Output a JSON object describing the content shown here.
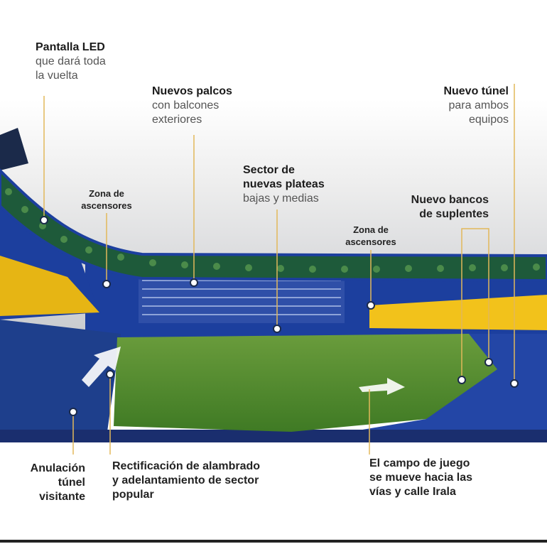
{
  "labels": {
    "pantalla": {
      "title": "Pantalla LED",
      "line1": "que dará toda",
      "line2": "la vuelta"
    },
    "palcos": {
      "title": "Nuevos palcos",
      "line1": "con balcones",
      "line2": "exteriores"
    },
    "plateas": {
      "title1": "Sector de",
      "title2": "nuevas plateas",
      "line1": "bajas y medias"
    },
    "tunel": {
      "title": "Nuevo túnel",
      "line1": "para ambos",
      "line2": "equipos"
    },
    "ascensores_left": {
      "line1": "Zona de",
      "line2": "ascensores"
    },
    "ascensores_right": {
      "line1": "Zona de",
      "line2": "ascensores"
    },
    "bancos": {
      "line1": "Nuevo bancos",
      "line2": "de suplentes"
    },
    "anulacion": {
      "line1": "Anulación",
      "line2": "túnel",
      "line3": "visitante"
    },
    "rectificacion": {
      "line1": "Rectificación de alambrado",
      "line2": "y adelantamiento de sector",
      "line3": "popular"
    },
    "campo": {
      "line1": "El campo de juego",
      "line2": "se mueve hacia las",
      "line3": "vías y calle Irala"
    }
  },
  "colors": {
    "callout": "#e2b85a",
    "stand_blue": "#1c3f9e",
    "stand_yellow": "#f2c21b",
    "band_green": "#1e5a3a",
    "field": "#4f8a2e"
  }
}
